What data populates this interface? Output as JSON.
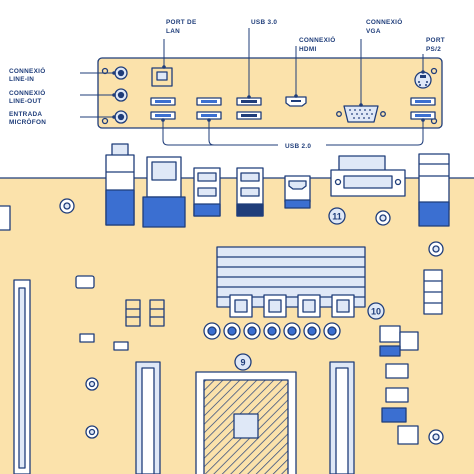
{
  "labels": {
    "lan_1": "PORT DE",
    "lan_2": "LAN",
    "usb3": "USB 3.0",
    "hdmi_1": "CONNEXIÓ",
    "hdmi_2": "HDMI",
    "vga_1": "CONNEXIÓ",
    "vga_2": "VGA",
    "ps2_1": "PORT",
    "ps2_2": "PS/2",
    "linein_1": "CONNEXIÓ",
    "linein_2": "LINE-IN",
    "lineout_1": "CONNEXIÓ",
    "lineout_2": "LINE-OUT",
    "mic_1": "ENTRADA",
    "mic_2": "MICRÒFON",
    "usb2": "USB 2.0"
  },
  "callouts": {
    "n9": "9",
    "n10": "10",
    "n11": "11"
  },
  "colors": {
    "board": "#fbe2ab",
    "line": "#1f3d7a",
    "accent": "#3b6fd1",
    "pale": "#dfe8f7"
  }
}
